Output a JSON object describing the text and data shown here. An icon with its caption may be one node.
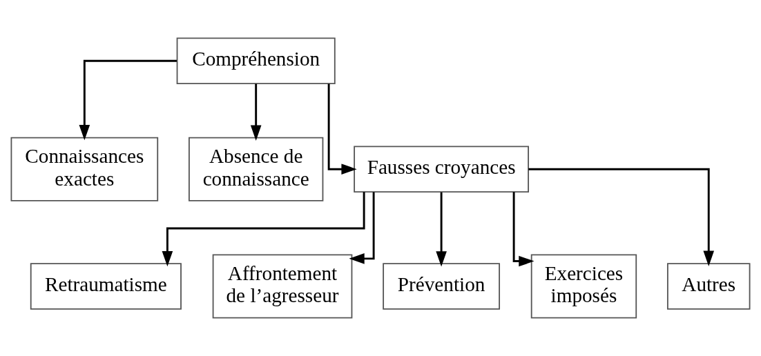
{
  "diagram": {
    "nodes": [
      {
        "text": [
          "Compréhension"
        ]
      },
      {
        "text": [
          "Connaissances exactes"
        ]
      },
      {
        "text": [
          "Absence de connaissance"
        ]
      },
      {
        "text": [
          "Fausses croyances"
        ]
      },
      {
        "text": [
          "Retraumatisme"
        ]
      },
      {
        "text": [
          "Affrontement de l’agresseur"
        ]
      },
      {
        "text": [
          "Prévention"
        ]
      },
      {
        "text": [
          "Exercices imposés"
        ]
      },
      {
        "text": [
          "Autres"
        ]
      }
    ],
    "edges": [
      {
        "from": 0,
        "to": 1,
        "arrow": "to"
      },
      {
        "from": 0,
        "to": 2,
        "arrow": "to"
      },
      {
        "from": 0,
        "to": 3,
        "arrow": "to"
      },
      {
        "from": 3,
        "to": 4,
        "arrow": "to"
      },
      {
        "from": 3,
        "to": 5,
        "arrow": "to"
      },
      {
        "from": 3,
        "to": 6,
        "arrow": "to"
      },
      {
        "from": 3,
        "to": 7,
        "arrow": "to"
      },
      {
        "from": 3,
        "to": 8,
        "arrow": "to"
      }
    ]
  }
}
